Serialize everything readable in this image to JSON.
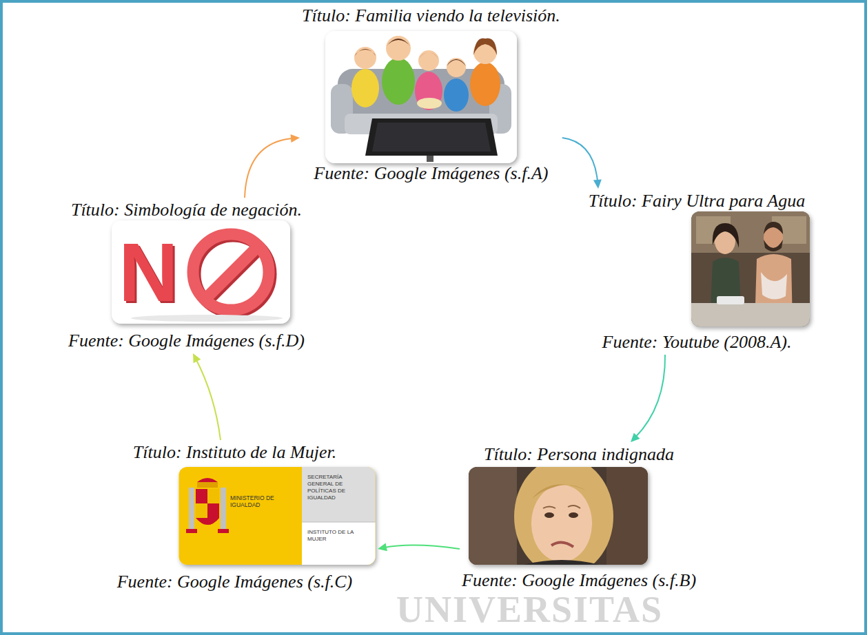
{
  "diagram": {
    "nodes": [
      {
        "text": [
          "Título: Familia viendo la televisión.",
          "Fuente: Google Imágenes (s.f.A)"
        ]
      },
      {
        "text": [
          "Título: Fairy Ultra para Agua",
          "Fuente: Youtube (2008.A)."
        ]
      },
      {
        "text": [
          "Título: Persona indignada",
          "Fuente: Google Imágenes (s.f.B)"
        ]
      },
      {
        "text": [
          "Título: Instituto de la Mujer.",
          "Fuente: Google Imágenes (s.f.C)"
        ]
      },
      {
        "text": [
          "Título: Simbología de negación.",
          "Fuente: Google Imágenes (s.f.D)"
        ]
      }
    ],
    "edges": [
      {
        "from": 0,
        "to": 1,
        "arrow": "to"
      },
      {
        "from": 1,
        "to": 2,
        "arrow": "to"
      },
      {
        "from": 2,
        "to": 3,
        "arrow": "to"
      },
      {
        "from": 3,
        "to": 4,
        "arrow": "to"
      },
      {
        "from": 4,
        "to": 0,
        "arrow": "to"
      }
    ],
    "labels": [
      "N",
      "MINISTERIO DE IGUALDAD",
      "SECRETARÍA GENERAL DE POLÍTICAS DE IGUALDAD",
      "INSTITUTO DE LA MUJER",
      "UNIVERSITAS"
    ]
  }
}
